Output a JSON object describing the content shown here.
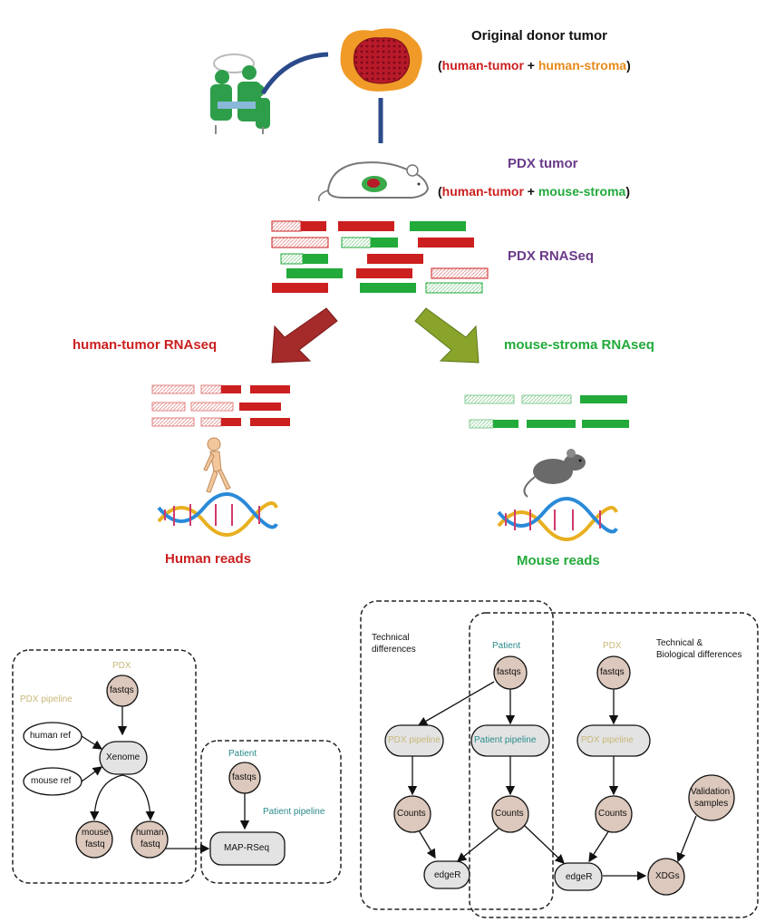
{
  "colors": {
    "human": "#cc1f1f",
    "mouse": "#22aa3a",
    "stroma_orange": "#e88a1a",
    "pdx_purple": "#6a3a8a",
    "node_tan": "#dcc8bc",
    "node_grey": "#e3e3e3",
    "pdx_label": "#c8b87a",
    "patient_label": "#2a8a8a"
  },
  "top": {
    "original_title": "Original donor tumor",
    "original_paren_open": "(",
    "original_human_tumor": "human-tumor",
    "original_plus": " + ",
    "original_human_stroma": "human-stroma",
    "original_paren_close": ")",
    "pdx_tumor_title": "PDX tumor",
    "pdx_paren_open": "(",
    "pdx_human_tumor": "human-tumor",
    "pdx_plus": " + ",
    "pdx_mouse_stroma": "mouse-stroma",
    "pdx_paren_close": ")",
    "pdx_rnaseq": "PDX RNASeq",
    "human_tumor_rnaseq": "human-tumor RNAseq",
    "mouse_stroma_rnaseq": "mouse-stroma RNAseq",
    "human_reads": "Human reads",
    "mouse_reads": "Mouse reads",
    "icons": [
      "surgeons-icon",
      "tumor-icon",
      "mouse-icon",
      "walking-human-icon",
      "dna-helix-icon",
      "gray-mouse-icon"
    ]
  },
  "left_diagram": {
    "pdx_label": "PDX",
    "pdx_pipeline_label": "PDX pipeline",
    "fastqs": "fastqs",
    "human_ref": "human ref",
    "xenome": "Xenome",
    "mouse_ref": "mouse ref",
    "mouse_fastq_l1": "mouse",
    "mouse_fastq_l2": "fastq",
    "human_fastq_l1": "human",
    "human_fastq_l2": "fastq",
    "patient_label": "Patient",
    "patient_fastqs": "fastqs",
    "patient_pipeline_label": "Patient pipeline",
    "map_rseq": "MAP-RSeq"
  },
  "right_diagram": {
    "technical_l1": "Technical",
    "technical_l2": "differences",
    "patient_label": "Patient",
    "patient_fastqs": "fastqs",
    "pdx_label": "PDX",
    "pdx_fastqs": "fastqs",
    "tech_bio_l1": "Technical &",
    "tech_bio_l2": "Biological differences",
    "pdx_pipeline_left": "PDX pipeline",
    "patient_pipeline": "Patient pipeline",
    "pdx_pipeline_right": "PDX pipeline",
    "counts_1": "Counts",
    "counts_2": "Counts",
    "counts_3": "Counts",
    "validation_l1": "Validation",
    "validation_l2": "samples",
    "edger_1": "edgeR",
    "edger_2": "edgeR",
    "xdgs": "XDGs"
  }
}
